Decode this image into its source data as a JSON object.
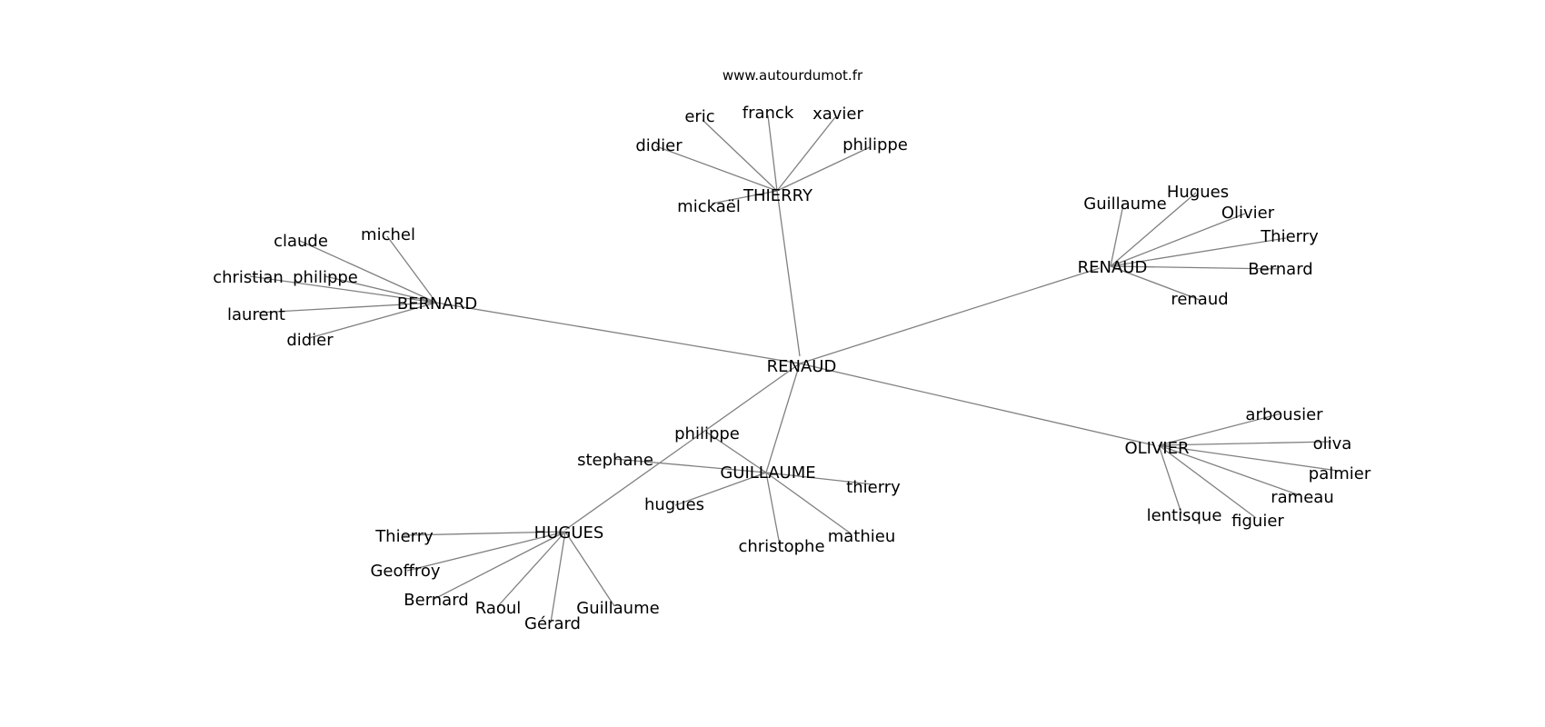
{
  "site_label": "www.autourdumot.fr",
  "nodes": {
    "root": "RENAUD",
    "thierry_hub": "THIERRY",
    "th_eric": "eric",
    "th_franck": "franck",
    "th_xavier": "xavier",
    "th_didier": "didier",
    "th_philippe": "philippe",
    "th_mickael": "mickaël",
    "renaud_hub": "RENAUD",
    "re_guillaume": "Guillaume",
    "re_hugues": "Hugues",
    "re_olivier": "Olivier",
    "re_thierry": "Thierry",
    "re_bernard": "Bernard",
    "re_renaud": "renaud",
    "bernard_hub": "BERNARD",
    "be_claude": "claude",
    "be_michel": "michel",
    "be_christian": "christian",
    "be_philippe": "philippe",
    "be_laurent": "laurent",
    "be_didier": "didier",
    "olivier_hub": "OLIVIER",
    "ol_arbousier": "arbousier",
    "ol_oliva": "oliva",
    "ol_palmier": "palmier",
    "ol_rameau": "rameau",
    "ol_figuier": "figuier",
    "ol_lentisque": "lentisque",
    "guillaume_hub": "GUILLAUME",
    "gu_philippe": "philippe",
    "gu_stephane": "stephane",
    "gu_thierry": "thierry",
    "gu_hugues": "hugues",
    "gu_christophe": "christophe",
    "gu_mathieu": "mathieu",
    "hugues_hub": "HUGUES",
    "hu_thierry": "Thierry",
    "hu_geoffroy": "Geoffroy",
    "hu_bernard": "Bernard",
    "hu_raoul": "Raoul",
    "hu_gerard": "Gérard",
    "hu_guillaume": "Guillaume"
  }
}
